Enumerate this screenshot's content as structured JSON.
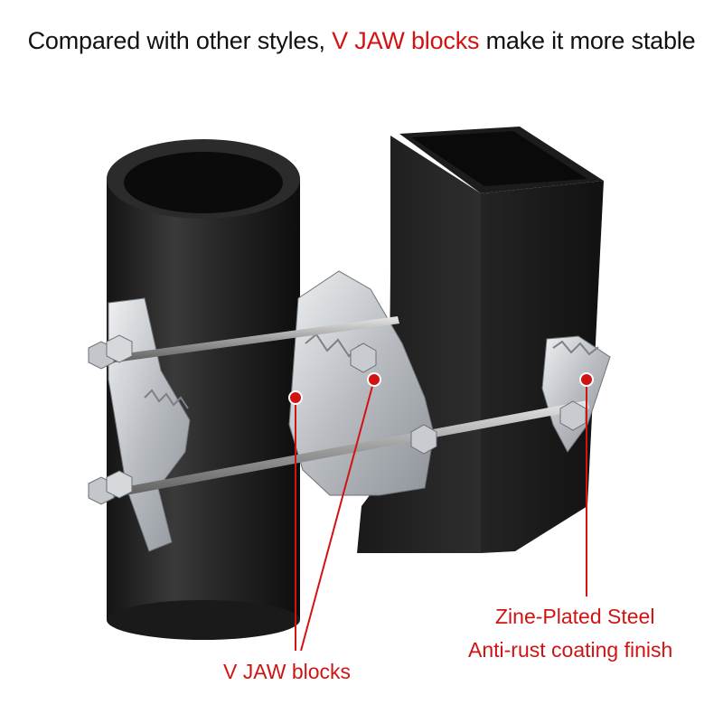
{
  "headline": {
    "prefix": "Compared with other styles,",
    "highlight": "V JAW blocks",
    "suffix": "make it more stable"
  },
  "labels": {
    "v_jaw": "V JAW blocks",
    "steel_line1": "Zine-Plated Steel",
    "steel_line2": "Anti-rust coating finish"
  },
  "colors": {
    "accent": "#d01414",
    "pipe": "#2a2a2a",
    "steel": "#c9ccd0"
  }
}
